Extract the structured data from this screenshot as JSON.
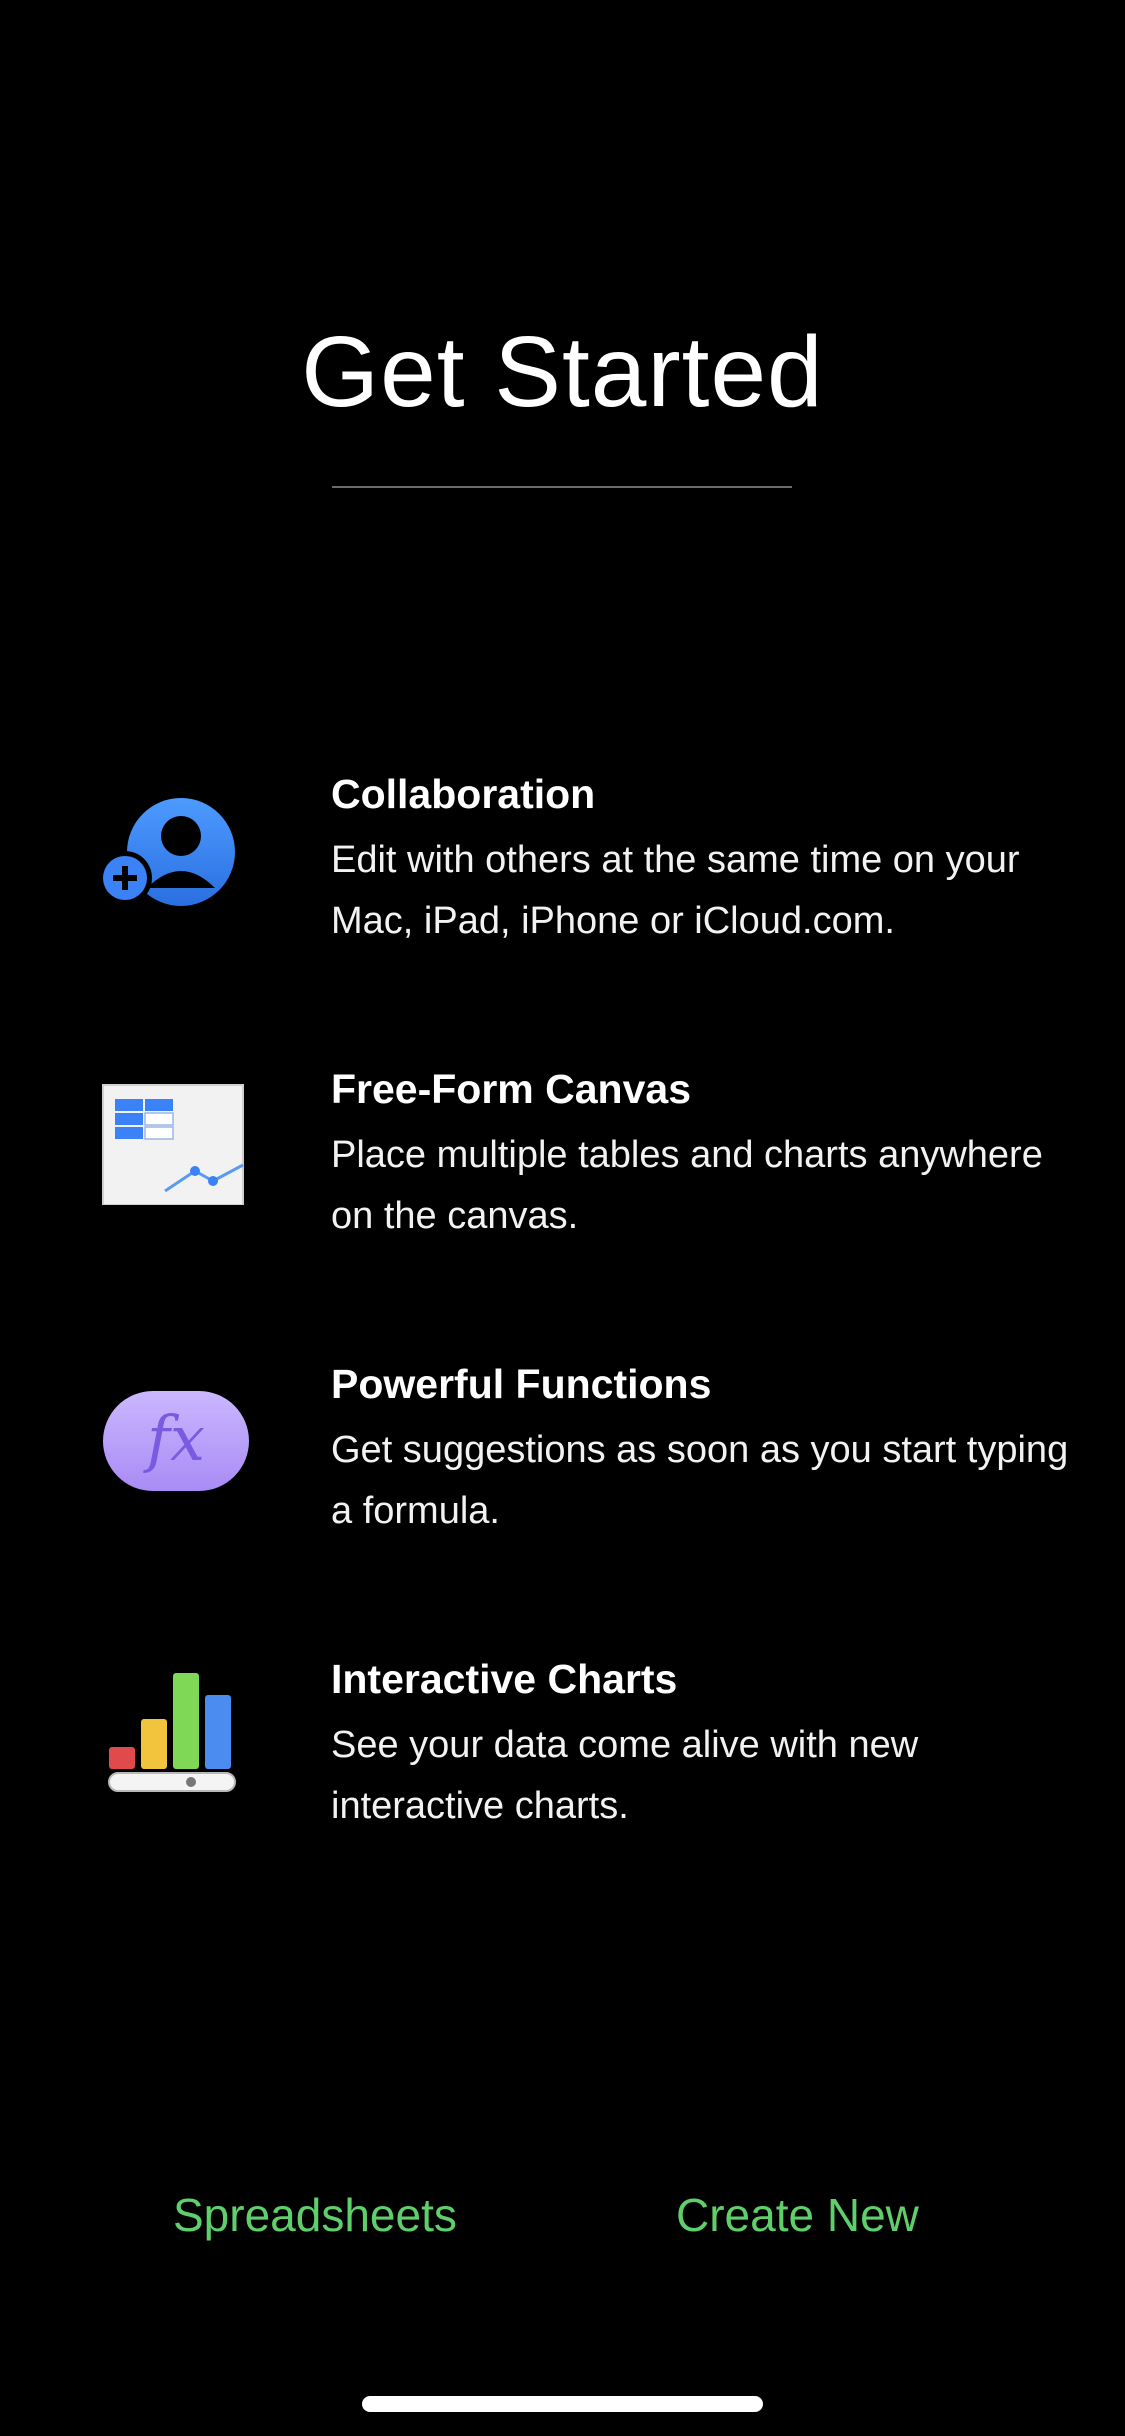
{
  "header": {
    "title": "Get Started"
  },
  "features": [
    {
      "icon": "collaboration-icon",
      "title": "Collaboration",
      "description": "Edit with others at the same time on your Mac, iPad, iPhone or iCloud.com."
    },
    {
      "icon": "canvas-icon",
      "title": "Free-Form Canvas",
      "description": "Place multiple tables and charts anywhere on the canvas."
    },
    {
      "icon": "functions-icon",
      "icon_text": "fx",
      "title": "Powerful Functions",
      "description": "Get suggestions as soon as you start typing a formula."
    },
    {
      "icon": "charts-icon",
      "title": "Interactive Charts",
      "description": "See your data come alive with new interactive charts."
    }
  ],
  "footer": {
    "spreadsheets_label": "Spreadsheets",
    "create_new_label": "Create New"
  },
  "colors": {
    "background": "#000000",
    "accent_green": "#5fcf6b",
    "icon_blue": "#3b82f6"
  }
}
